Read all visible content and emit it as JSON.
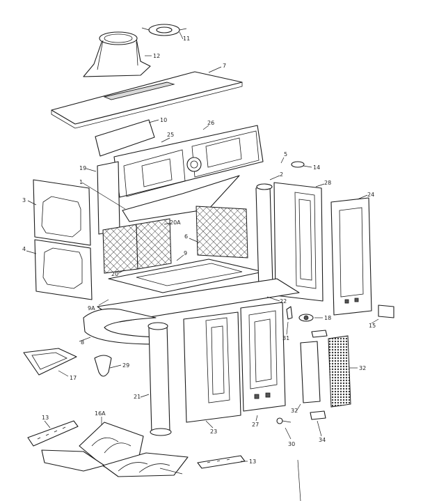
{
  "labels": [
    {
      "key": "p11",
      "text": "11"
    },
    {
      "key": "p12",
      "text": "12"
    },
    {
      "key": "p7",
      "text": "7"
    },
    {
      "key": "p10",
      "text": "10"
    },
    {
      "key": "p26",
      "text": "26"
    },
    {
      "key": "p25",
      "text": "25"
    },
    {
      "key": "p19",
      "text": "19"
    },
    {
      "key": "p5",
      "text": "5"
    },
    {
      "key": "p14",
      "text": "14"
    },
    {
      "key": "p1",
      "text": "1"
    },
    {
      "key": "p2",
      "text": "2"
    },
    {
      "key": "p28",
      "text": "28"
    },
    {
      "key": "p3",
      "text": "3"
    },
    {
      "key": "p24",
      "text": "24"
    },
    {
      "key": "p20a",
      "text": "20A"
    },
    {
      "key": "p6",
      "text": "6"
    },
    {
      "key": "p4",
      "text": "4"
    },
    {
      "key": "p9",
      "text": "9"
    },
    {
      "key": "p20",
      "text": "20"
    },
    {
      "key": "p22",
      "text": "22"
    },
    {
      "key": "p9a",
      "text": "9A"
    },
    {
      "key": "p31",
      "text": "31"
    },
    {
      "key": "p18",
      "text": "18"
    },
    {
      "key": "p15",
      "text": "15"
    },
    {
      "key": "p8",
      "text": "8"
    },
    {
      "key": "p17",
      "text": "17"
    },
    {
      "key": "p29",
      "text": "29"
    },
    {
      "key": "p32a",
      "text": "32"
    },
    {
      "key": "p21",
      "text": "21"
    },
    {
      "key": "p32b",
      "text": "32"
    },
    {
      "key": "p23",
      "text": "23"
    },
    {
      "key": "p27",
      "text": "27"
    },
    {
      "key": "p34",
      "text": "34"
    },
    {
      "key": "p13a",
      "text": "13"
    },
    {
      "key": "p16a",
      "text": "16A"
    },
    {
      "key": "p30",
      "text": "30"
    },
    {
      "key": "p13b",
      "text": "13"
    }
  ]
}
